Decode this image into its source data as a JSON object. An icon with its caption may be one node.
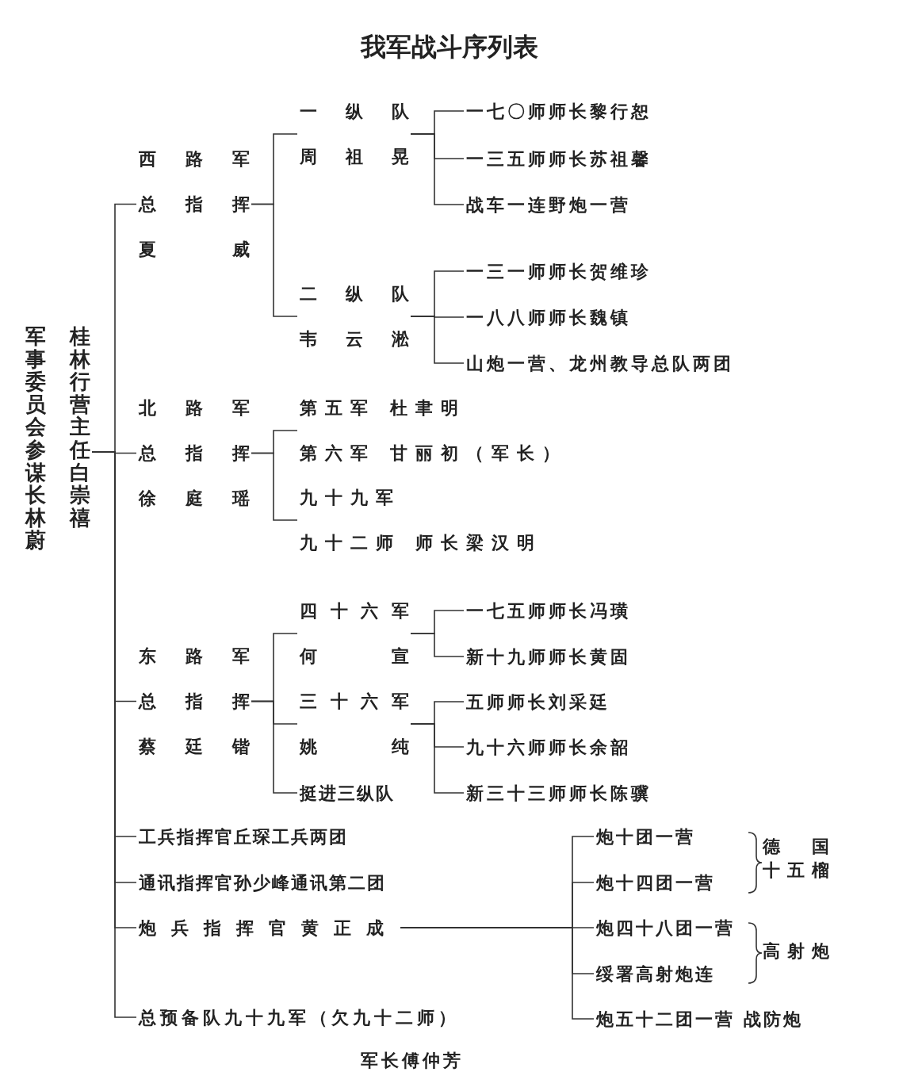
{
  "diagram": {
    "title": "我军战斗序列表",
    "nodes": [
      {
        "text": [
          "军事委员会参谋长林蔚",
          "桂林行营主任白崇禧"
        ]
      },
      {
        "text": [
          "西路军",
          "总指挥",
          "夏威"
        ]
      },
      {
        "text": [
          "一纵队",
          "周祖晃"
        ]
      },
      {
        "text": [
          "一七〇师师长黎行恕"
        ]
      },
      {
        "text": [
          "一三五师师长苏祖馨"
        ]
      },
      {
        "text": [
          "战车一连野炮一营"
        ]
      },
      {
        "text": [
          "二纵队",
          "韦云淞"
        ]
      },
      {
        "text": [
          "一三一师师长贺维珍"
        ]
      },
      {
        "text": [
          "一八八师师长魏镇"
        ]
      },
      {
        "text": [
          "山炮一营、龙州教导总队两团"
        ]
      },
      {
        "text": [
          "北路军",
          "总指挥",
          "徐庭瑶"
        ]
      },
      {
        "text": [
          "第五军 杜聿明",
          "第六军 甘丽初（军长）"
        ]
      },
      {
        "text": [
          "九十九军",
          "九十二师 师长梁汉明"
        ]
      },
      {
        "text": [
          "东路军",
          "总指挥",
          "蔡廷锴"
        ]
      },
      {
        "text": [
          "四十六军",
          "何宣"
        ]
      },
      {
        "text": [
          "一七五师师长冯璜"
        ]
      },
      {
        "text": [
          "新十九师师长黄固"
        ]
      },
      {
        "text": [
          "三十六军",
          "姚纯"
        ]
      },
      {
        "text": [
          "五师师长刘采廷"
        ]
      },
      {
        "text": [
          "九十六师师长余韶"
        ]
      },
      {
        "text": [
          "新三十三师师长陈骥"
        ]
      },
      {
        "text": [
          "挺进三纵队"
        ]
      },
      {
        "text": [
          "工兵指挥官丘琛工兵两团"
        ]
      },
      {
        "text": [
          "通讯指挥官孙少峰通讯第二团"
        ]
      },
      {
        "text": [
          "炮兵指挥官黄正成"
        ]
      },
      {
        "text": [
          "总预备队九十九军（欠九十二师）"
        ],
        "beside": [
          "军长傅仲芳"
        ]
      },
      {
        "text": [
          "炮十团一营"
        ]
      },
      {
        "text": [
          "炮十四团一营"
        ]
      },
      {
        "text": [
          "炮四十八团一营"
        ]
      },
      {
        "text": [
          "绥署高射炮连"
        ]
      },
      {
        "text": [
          "炮五十二团一营 战防炮"
        ]
      }
    ],
    "edges": [
      {
        "from": 0,
        "to": 1,
        "arrow": "none"
      },
      {
        "from": 0,
        "to": 10,
        "arrow": "none"
      },
      {
        "from": 0,
        "to": 13,
        "arrow": "none"
      },
      {
        "from": 0,
        "to": 22,
        "arrow": "none"
      },
      {
        "from": 0,
        "to": 23,
        "arrow": "none"
      },
      {
        "from": 0,
        "to": 24,
        "arrow": "none"
      },
      {
        "from": 0,
        "to": 25,
        "arrow": "none"
      },
      {
        "from": 1,
        "to": 2,
        "arrow": "none"
      },
      {
        "from": 1,
        "to": 6,
        "arrow": "none"
      },
      {
        "from": 2,
        "to": 3,
        "arrow": "none"
      },
      {
        "from": 2,
        "to": 4,
        "arrow": "none"
      },
      {
        "from": 2,
        "to": 5,
        "arrow": "none"
      },
      {
        "from": 6,
        "to": 7,
        "arrow": "none"
      },
      {
        "from": 6,
        "to": 8,
        "arrow": "none"
      },
      {
        "from": 6,
        "to": 9,
        "arrow": "none"
      },
      {
        "from": 10,
        "to": 11,
        "arrow": "none"
      },
      {
        "from": 10,
        "to": 12,
        "arrow": "none"
      },
      {
        "from": 13,
        "to": 14,
        "arrow": "none"
      },
      {
        "from": 13,
        "to": 17,
        "arrow": "none"
      },
      {
        "from": 13,
        "to": 21,
        "arrow": "none"
      },
      {
        "from": 14,
        "to": 15,
        "arrow": "none"
      },
      {
        "from": 14,
        "to": 16,
        "arrow": "none"
      },
      {
        "from": 17,
        "to": 18,
        "arrow": "none"
      },
      {
        "from": 17,
        "to": 19,
        "arrow": "none"
      },
      {
        "from": 17,
        "to": 20,
        "arrow": "none"
      },
      {
        "from": 24,
        "to": 26,
        "arrow": "none"
      },
      {
        "from": 24,
        "to": 27,
        "arrow": "none"
      },
      {
        "from": 24,
        "to": 28,
        "arrow": "none"
      },
      {
        "from": 24,
        "to": 29,
        "arrow": "none"
      },
      {
        "from": 24,
        "to": 30,
        "arrow": "none"
      }
    ],
    "labels": [
      "德国十五榴",
      "高射炮"
    ]
  }
}
